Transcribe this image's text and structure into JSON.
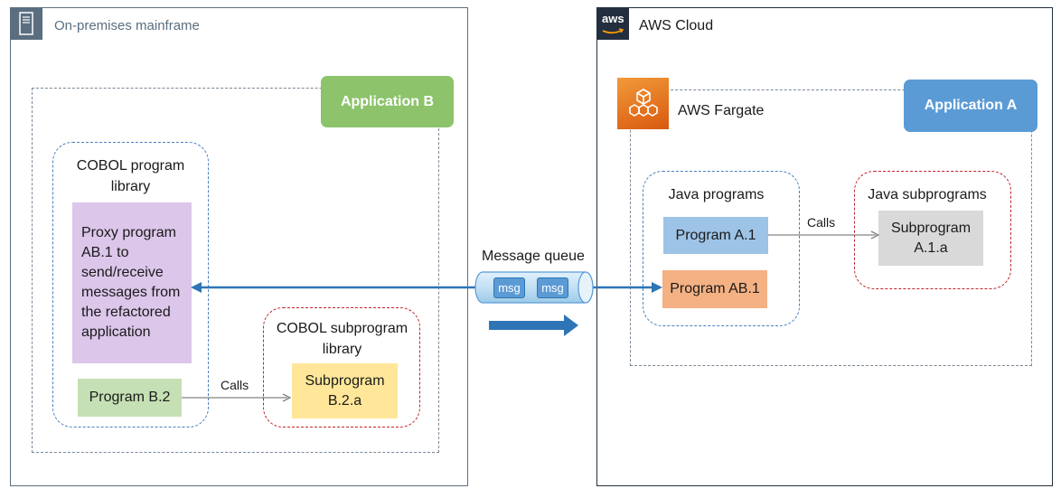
{
  "onprem": {
    "title": "On-premises mainframe",
    "application_b": "Application B",
    "cobol_library": "COBOL program library",
    "proxy_program": "Proxy program AB.1 to send/receive messages from the refactored application",
    "program_b2": "Program B.2",
    "calls": "Calls",
    "cobol_sub_library": "COBOL subprogram library",
    "subprogram_b2a": "Subprogram B.2.a"
  },
  "queue": {
    "title": "Message queue",
    "msg1": "msg",
    "msg2": "msg"
  },
  "cloud": {
    "logo_text": "aws",
    "title": "AWS Cloud",
    "fargate": "AWS Fargate",
    "application_a": "Application A",
    "java_programs": "Java programs",
    "program_a1": "Program A.1",
    "program_ab1": "Program AB.1",
    "calls": "Calls",
    "java_subprograms": "Java subprograms",
    "subprogram_a1a": "Subprogram A.1.a"
  },
  "colors": {
    "app_b": "#8cc36b",
    "app_a": "#5b9bd5",
    "proxy": "#dcc6ea",
    "program_b2": "#c5e0b4",
    "subprogram_b2a": "#ffe699",
    "program_a1": "#9dc3e6",
    "program_ab1": "#f4b183",
    "subprogram_a1a": "#d9d9d9",
    "arrow": "#2e75b6",
    "fargate": "#e8731e"
  }
}
